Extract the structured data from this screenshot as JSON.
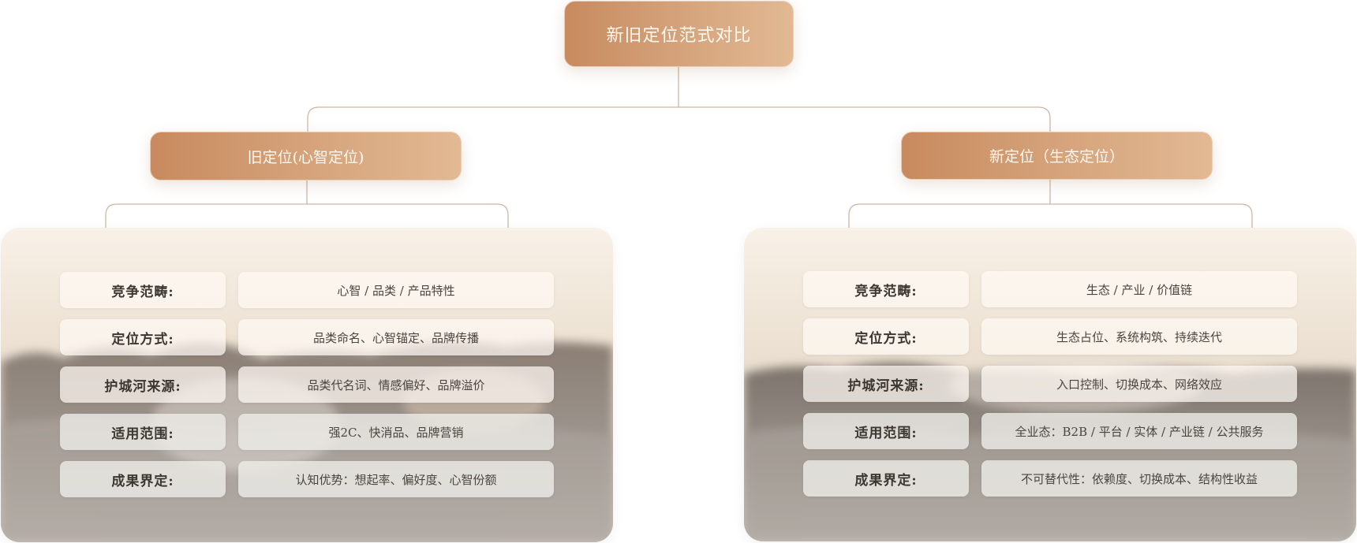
{
  "title": "新旧定位范式对比",
  "old": {
    "label": "旧定位(心智定位)",
    "rows": [
      {
        "key": "竞争范畴:",
        "value": "心智 / 品类 / 产品特性"
      },
      {
        "key": "定位方式:",
        "value": "品类命名、心智锚定、品牌传播"
      },
      {
        "key": "护城河来源:",
        "value": "品类代名词、情感偏好、品牌溢价"
      },
      {
        "key": "适用范围:",
        "value": "强2C、快消品、品牌营销"
      },
      {
        "key": "成果界定:",
        "value": "认知优势：想起率、偏好度、心智份额"
      }
    ]
  },
  "new": {
    "label": "新定位（生态定位）",
    "rows": [
      {
        "key": "竞争范畴:",
        "value": "生态 / 产业 / 价值链"
      },
      {
        "key": "定位方式:",
        "value": "生态占位、系统构筑、持续迭代"
      },
      {
        "key": "护城河来源:",
        "value": "入口控制、切换成本、网络效应"
      },
      {
        "key": "适用范围:",
        "value": "全业态：B2B / 平台 / 实体 / 产业链 / 公共服务"
      },
      {
        "key": "成果界定:",
        "value": "不可替代性：依赖度、切换成本、结构性收益"
      }
    ]
  },
  "colors": {
    "node_start": "#c88a5e",
    "node_end": "#e2b993",
    "connector": "#cfb7a4",
    "panel_top": "#f7efe6"
  }
}
